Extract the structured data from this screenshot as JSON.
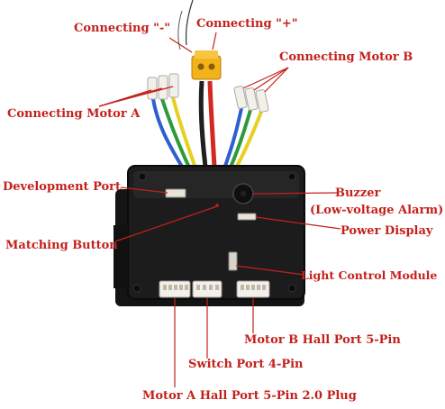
{
  "labels": {
    "connecting_minus": "Connecting \"-\"",
    "connecting_plus": "Connecting \"+\"",
    "connecting_motor_b": "Connecting Motor B",
    "connecting_motor_a": "Connecting Motor A",
    "development_port": "Development Port",
    "buzzer": "Buzzer",
    "buzzer_note": "(Low-voltage Alarm)",
    "power_display": "Power Display",
    "matching_button": "Matching Button",
    "light_control_module": "Light Control Module",
    "motor_b_hall_port": "Motor B Hall Port 5-Pin",
    "switch_port": "Switch Port 4-Pin",
    "motor_a_hall_port": "Motor A Hall Port 5-Pin 2.0 Plug"
  },
  "colors": {
    "label": "#c3211c",
    "enclosure": "#1c1c1c",
    "connector": "#f2f0e8",
    "xt_plug": "#f2b31a",
    "wire_red": "#d22a20",
    "wire_black": "#202020",
    "wire_blue": "#2f5fcf",
    "wire_green": "#2e9a3a",
    "wire_yellow": "#e6d020"
  }
}
